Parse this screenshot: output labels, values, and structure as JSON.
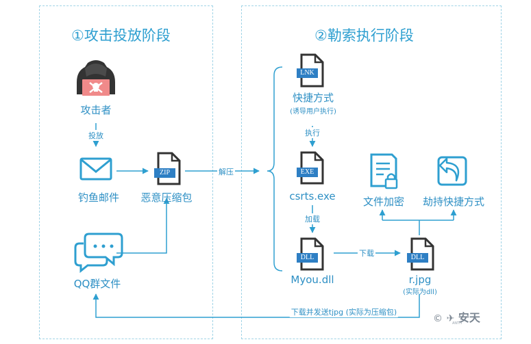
{
  "stages": {
    "attack_title": "①攻击投放阶段",
    "ransom_title": "②勒索执行阶段"
  },
  "nodes": {
    "attacker": "攻击者",
    "phishing": "钓鱼邮件",
    "zip_file": "恶意压缩包",
    "qq_file": "QQ群文件",
    "lnk": "快捷方式",
    "lnk_note": "(诱导用户执行)",
    "exe": "csrts.exe",
    "dll": "Myou.dll",
    "jpg": "r.jpg",
    "jpg_note": "(实际为dll)",
    "encrypt": "文件加密",
    "hijack": "劫持快捷方式"
  },
  "file_tags": {
    "zip": "ZIP",
    "lnk": "LNK",
    "exe": "EXE",
    "dll": "DLL",
    "jpg_dll": "DLL"
  },
  "edges": {
    "deliver": "投放",
    "unzip": "解压",
    "execute": "执行",
    "load": "加载",
    "download": "下载",
    "download_send": "下载并发送tjpg (实际为压缩包)"
  },
  "watermark": {
    "logo_text": "安天",
    "sub": "ANTIY"
  },
  "colors": {
    "accent": "#2e9fd0",
    "dark_icon": "#333333",
    "skull_bg": "#f08a8a",
    "border": "#9fd3e6"
  }
}
